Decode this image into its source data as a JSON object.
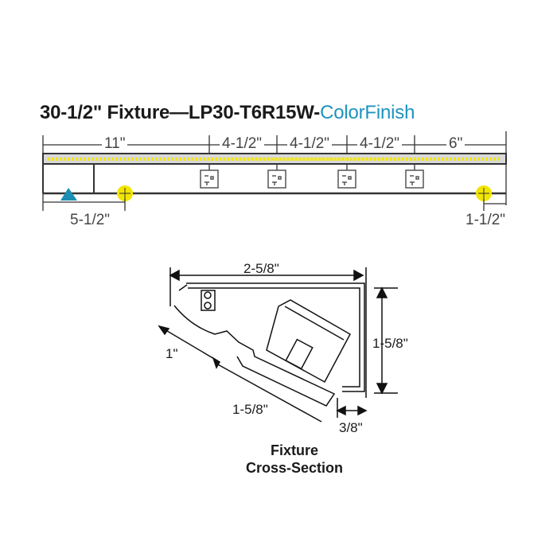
{
  "title": {
    "main": "30-1/2\" Fixture—LP30-T6R15W-",
    "accent": "ColorFinish",
    "accent_color": "#1e93c0"
  },
  "elevation": {
    "top_dimensions": [
      "11\"",
      "4-1/2\"",
      "4-1/2\"",
      "4-1/2\"",
      "6\""
    ],
    "bottom_dimensions": {
      "left": "5-1/2\"",
      "right": "1-1/2\""
    },
    "receptacle_count": 4,
    "colors": {
      "led_strip": "#f2e600",
      "light_bar": "#d9d9d9",
      "marker": "#1a8fb3",
      "mounting_hole": "#f2e600"
    }
  },
  "cross_section": {
    "dimensions": {
      "width": "2-5/8\"",
      "height": "1-5/8\"",
      "angled_short": "1\"",
      "angled_long": "1-5/8\"",
      "lip": "3/8\""
    },
    "caption_line1": "Fixture",
    "caption_line2": "Cross-Section"
  }
}
